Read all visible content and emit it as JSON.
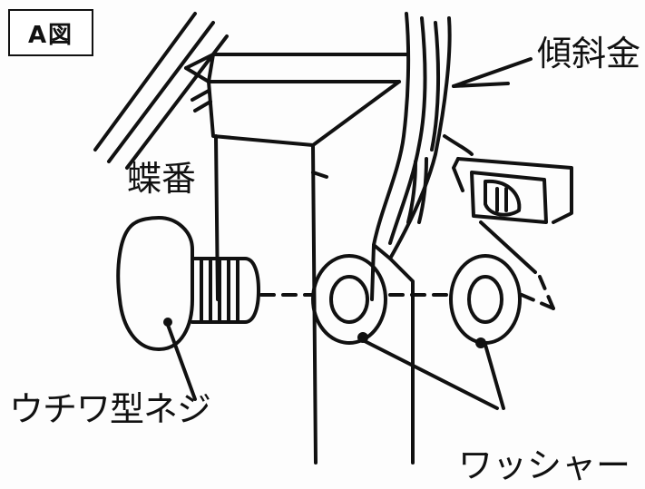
{
  "figure": {
    "label": "A図"
  },
  "callouts": {
    "incline_bracket": "傾斜金",
    "hinge": "蝶番",
    "fan_screw": "ウチワ型ネジ",
    "washer": "ワッシャー"
  },
  "colors": {
    "ink": "#111111",
    "paper": "#fdfdfd"
  }
}
